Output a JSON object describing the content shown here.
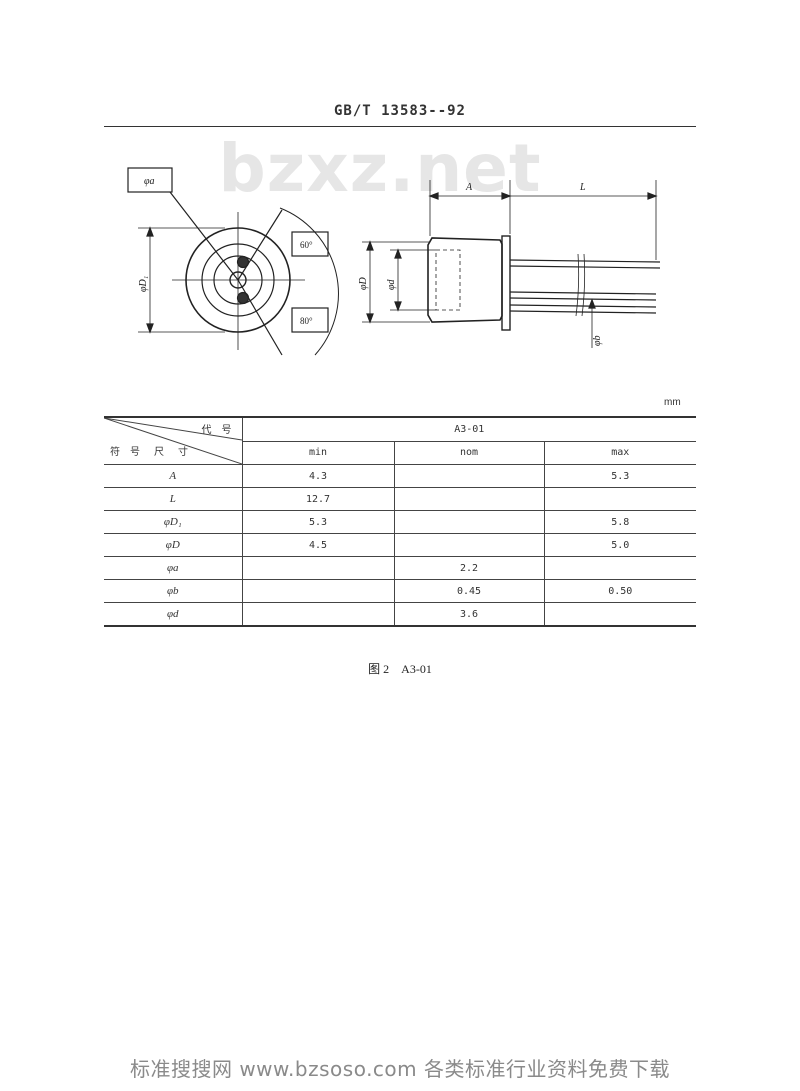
{
  "header": {
    "standard_code": "GB/T 13583--92"
  },
  "watermark": {
    "text": "bzxz.net"
  },
  "drawing": {
    "labels": {
      "phi_a": "φa",
      "phi_D1": "φD₁",
      "angle_top": "60°",
      "angle_bottom": "80°",
      "A": "A",
      "L": "L",
      "phi_D": "φD",
      "phi_d": "φd",
      "phi_b": "φb"
    }
  },
  "table": {
    "unit": "mm",
    "corner_top": "代 号",
    "corner_bottom": "符 号　尺　寸",
    "group_header": "A3-01",
    "columns": [
      "min",
      "nom",
      "max"
    ],
    "rows": [
      {
        "symbol": "A",
        "min": "4.3",
        "nom": "",
        "max": "5.3"
      },
      {
        "symbol": "L",
        "min": "12.7",
        "nom": "",
        "max": ""
      },
      {
        "symbol": "φD₁",
        "min": "5.3",
        "nom": "",
        "max": "5.8"
      },
      {
        "symbol": "φD",
        "min": "4.5",
        "nom": "",
        "max": "5.0"
      },
      {
        "symbol": "φa",
        "min": "",
        "nom": "2.2",
        "max": ""
      },
      {
        "symbol": "φb",
        "min": "",
        "nom": "0.45",
        "max": "0.50"
      },
      {
        "symbol": "φd",
        "min": "",
        "nom": "3.6",
        "max": ""
      }
    ]
  },
  "caption": "图 2　A3-01",
  "footer": {
    "text": "标准搜搜网 www.bzsoso.com 各类标准行业资料免费下载"
  }
}
